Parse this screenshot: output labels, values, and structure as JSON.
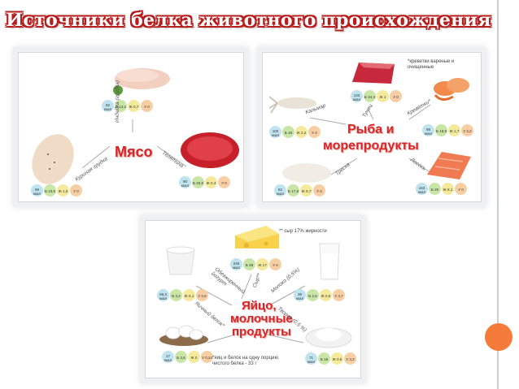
{
  "title": "Источники белка животного происхождения",
  "accent_color": "#d7262b",
  "meat": {
    "heading": "Мясо",
    "labels": {
      "turkey": "Индейка (грудка)",
      "chicken": "Куриная грудка",
      "veal": "Телятина"
    },
    "nutrition": {
      "turkey": [
        "92 ккал",
        "Б 13,2",
        "Ж 0,7",
        "У 0"
      ],
      "chicken": [
        "99 ккал",
        "Б 23,5",
        "Ж 1,5",
        "У 0"
      ],
      "veal": [
        "90 ккал",
        "Б 20,6",
        "Ж 0,4",
        "У 0"
      ]
    }
  },
  "fish": {
    "heading_line1": "Рыба и",
    "heading_line2": "морепродукты",
    "note": "*креветки вареные и очищенные",
    "labels": {
      "squid": "Кальмар",
      "tuna": "Тунец",
      "shrimp": "Креветки*",
      "cod": "Треска",
      "salmon": "Лосось"
    },
    "nutrition": {
      "tuna": [
        "133 ккал",
        "Б 24,4",
        "Ж 1",
        "У 0"
      ],
      "squid": [
        "100 ккал",
        "Б 18",
        "Ж 2,2",
        "У 2"
      ],
      "shrimp": [
        "98 ккал",
        "Б 18,9",
        "Ж 1,7",
        "У 2,2"
      ],
      "cod": [
        "82 ккал",
        "Б 17,8",
        "Ж 0,7",
        "У 0"
      ],
      "salmon": [
        "153 ккал",
        "Б 20",
        "Ж 8,1",
        "У 0"
      ]
    }
  },
  "dairy": {
    "heading_line1": "Яйцо,",
    "heading_line2": "молочные",
    "heading_line3": "продукты",
    "note_cheese": "** сыр 17% жирности",
    "note_bottom": "*яиц и белок на одну порцию чистого белка - 33 г",
    "labels": {
      "cottage": "Обезжиренный йогурт",
      "cheese": "Сыр**",
      "milk": "Молоко (0,5%)",
      "egg": "Яичный белок*",
      "tvorog": "Творог (0,5 %)"
    },
    "nutrition": {
      "cheese": [
        "245 ккал",
        "Б 29",
        "Ж 17",
        "У 0"
      ],
      "cottage": [
        "59,3 ккал",
        "Б 3,2",
        "Ж 0,1",
        "У 3,6"
      ],
      "milk": [
        "39 ккал",
        "Б 2,8",
        "Ж 0,5",
        "У 4,7"
      ],
      "egg": [
        "17 ккал",
        "Б 3,6",
        "Ж 0",
        "У 0,24"
      ],
      "tvorog": [
        "71 ккал",
        "Б 18",
        "Ж 0,6",
        "У 3,3"
      ]
    }
  }
}
